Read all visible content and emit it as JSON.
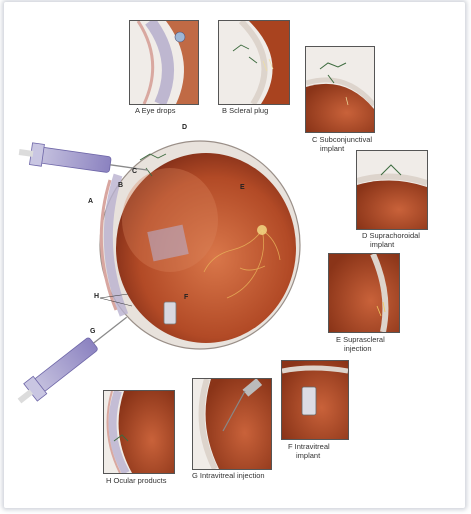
{
  "insets": [
    {
      "key": "A",
      "caption": "A  Eye drops"
    },
    {
      "key": "B",
      "caption": "B  Scleral plug"
    },
    {
      "key": "C",
      "caption_lines": [
        "C  Subconjunctival",
        "implant"
      ]
    },
    {
      "key": "D",
      "caption_lines": [
        "D  Suprachoroidal",
        "implant"
      ]
    },
    {
      "key": "E",
      "caption_lines": [
        "E  Suprascleral",
        "injection"
      ]
    },
    {
      "key": "F",
      "caption_lines": [
        "F  Intravitreal",
        "implant"
      ]
    },
    {
      "key": "G",
      "caption": "G  Intravitreal injection"
    },
    {
      "key": "H",
      "caption": "H  Ocular products"
    }
  ],
  "main_labels": {
    "A": "A",
    "B": "B",
    "C": "C",
    "D": "D",
    "E": "E",
    "F": "F",
    "G": "G",
    "H": "H"
  },
  "colors": {
    "retina": "#b4542f",
    "sclera": "#f2ece6",
    "syringe": "#9a8fc8",
    "needle": "#8a8a8a"
  }
}
